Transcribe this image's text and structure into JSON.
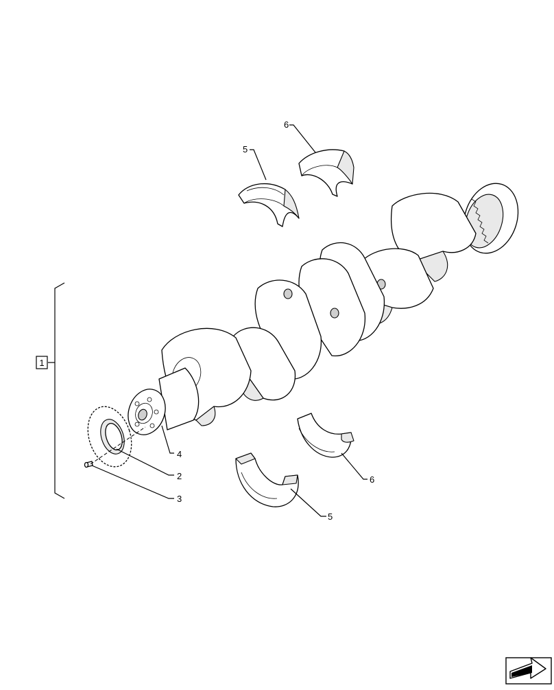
{
  "diagram": {
    "assembly_label": "1",
    "callouts": [
      {
        "id": "callout-6-top",
        "text": "6"
      },
      {
        "id": "callout-5-top",
        "text": "5"
      },
      {
        "id": "callout-4",
        "text": "4"
      },
      {
        "id": "callout-2",
        "text": "2"
      },
      {
        "id": "callout-3",
        "text": "3"
      },
      {
        "id": "callout-6-bottom",
        "text": "6"
      },
      {
        "id": "callout-5-bottom",
        "text": "5"
      }
    ],
    "nav_icon": "arrow-icon",
    "colors": {
      "line": "#000000",
      "shade": "#e9e9e9",
      "dark": "#cfcfcf",
      "background": "#ffffff"
    }
  }
}
